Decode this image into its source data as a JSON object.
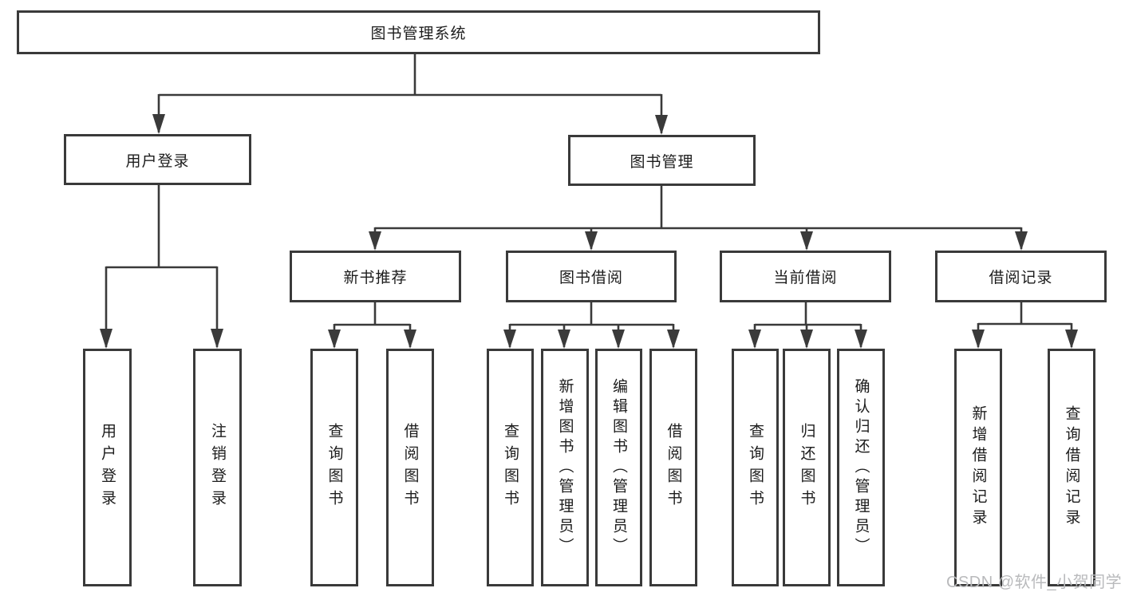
{
  "nodes": {
    "root": "图书管理系统",
    "user_login": "用户登录",
    "book_mgmt": "图书管理",
    "new_book": "新书推荐",
    "book_borrow": "图书借阅",
    "current_borrow": "当前借阅",
    "borrow_record": "借阅记录"
  },
  "leaves": {
    "login_user": "用户登录",
    "login_logout": "注销登录",
    "newbook_query": "查询图书",
    "newbook_borrow": "借阅图书",
    "borrow_query": "查询图书",
    "borrow_add": "新增图书（管理员）",
    "borrow_edit": "编辑图书（管理员）",
    "borrow_borrow": "借阅图书",
    "current_query": "查询图书",
    "current_return": "归还图书",
    "current_confirm": "确认归还（管理员）",
    "record_add": "新增借阅记录",
    "record_query": "查询借阅记录"
  },
  "watermark": "CSDN @软件_小贺同学",
  "colors": {
    "line": "#3a3a3a",
    "text": "#1c1c1c",
    "background": "#ffffff",
    "watermark": "#b9babc"
  }
}
